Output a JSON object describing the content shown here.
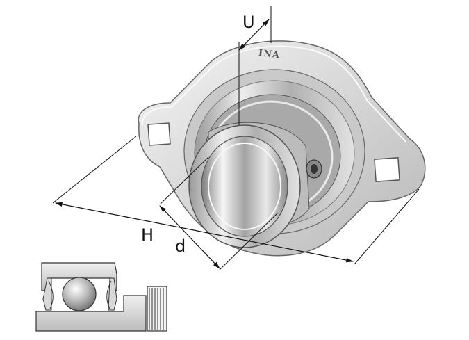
{
  "dimensions": {
    "U": "U",
    "H": "H",
    "d": "d"
  },
  "brand_marking": "INA"
}
